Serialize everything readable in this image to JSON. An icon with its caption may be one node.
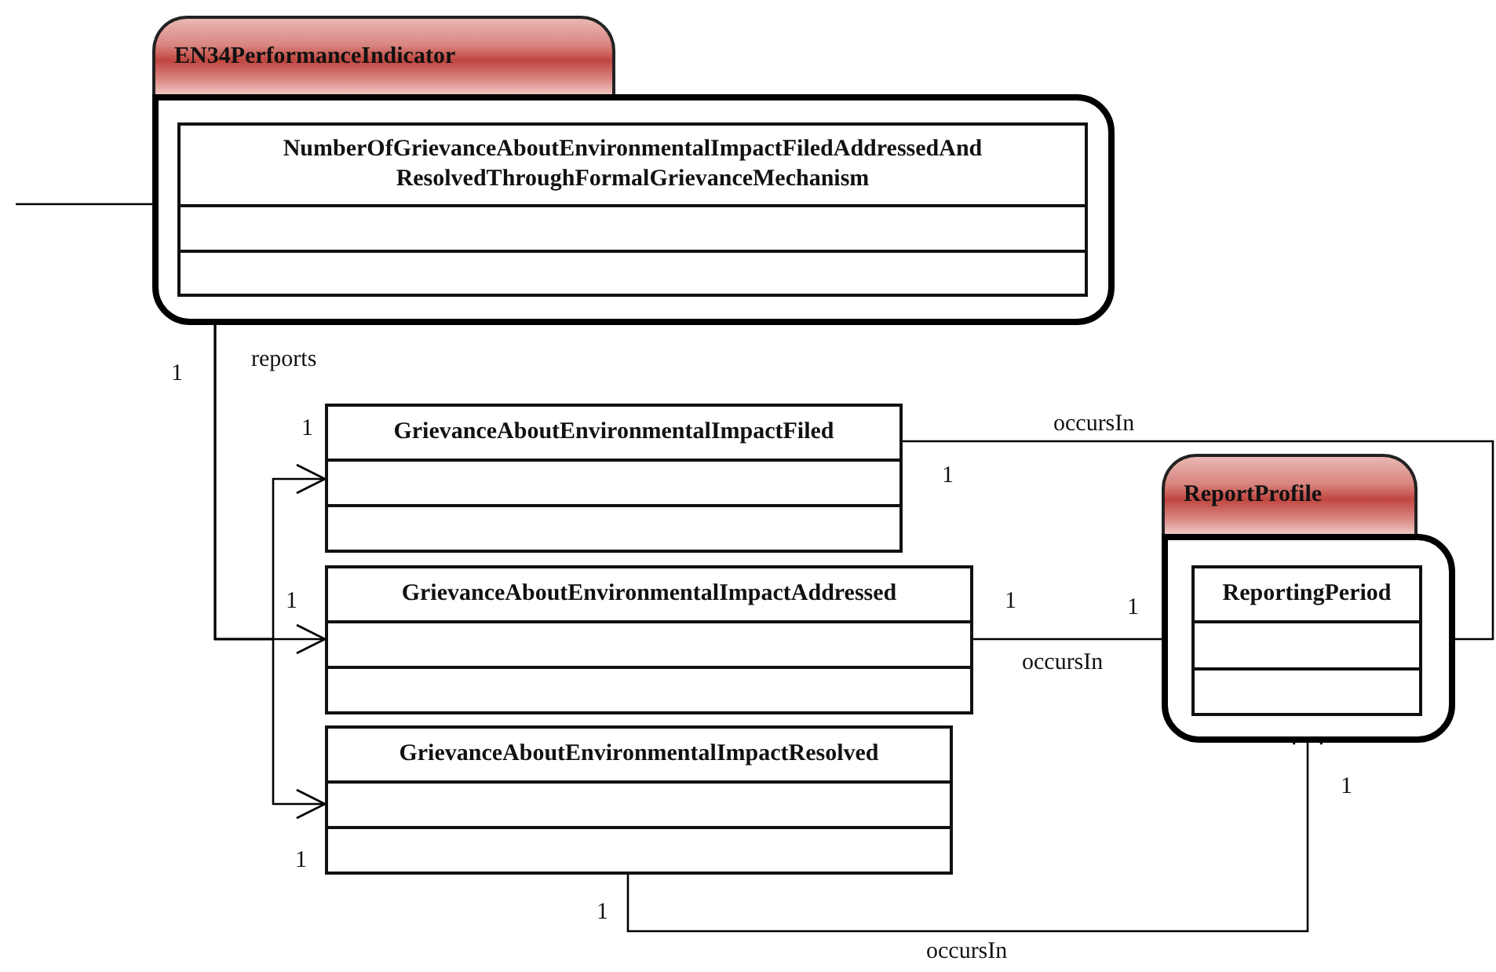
{
  "diagram": {
    "nodes": [
      {
        "text": [
          "EN34PerformanceIndicator"
        ]
      },
      {
        "text": [
          "NumberOfGrievanceAboutEnvironmentalImpactFiledAddressedAnd ResolvedThroughFormalGrievanceMechanism"
        ],
        "in": 0
      },
      {
        "text": [
          "GrievanceAboutEnvironmentalImpactFiled"
        ]
      },
      {
        "text": [
          "GrievanceAboutEnvironmentalImpactAddressed"
        ]
      },
      {
        "text": [
          "GrievanceAboutEnvironmentalImpactResolved"
        ]
      },
      {
        "text": [
          "ReportProfile"
        ]
      },
      {
        "text": [
          "ReportingPeriod"
        ],
        "in": 5
      }
    ],
    "edges": [
      {
        "from": null,
        "to": 1,
        "arrow": "none"
      },
      {
        "from": 1,
        "to": 2,
        "arrow": "to"
      },
      {
        "from": 1,
        "to": 3,
        "arrow": "to",
        "label": "reports"
      },
      {
        "from": 1,
        "to": 4,
        "arrow": "to"
      },
      {
        "from": 2,
        "to": 6,
        "arrow": "to",
        "label": "occursIn"
      },
      {
        "from": 3,
        "to": 6,
        "arrow": "to",
        "label": "occursIn"
      },
      {
        "from": 4,
        "to": 6,
        "arrow": "to",
        "label": "occursIn"
      }
    ],
    "labels": [
      "1",
      "1",
      "1",
      "1",
      "1",
      "1",
      "1",
      "1",
      "1"
    ]
  }
}
